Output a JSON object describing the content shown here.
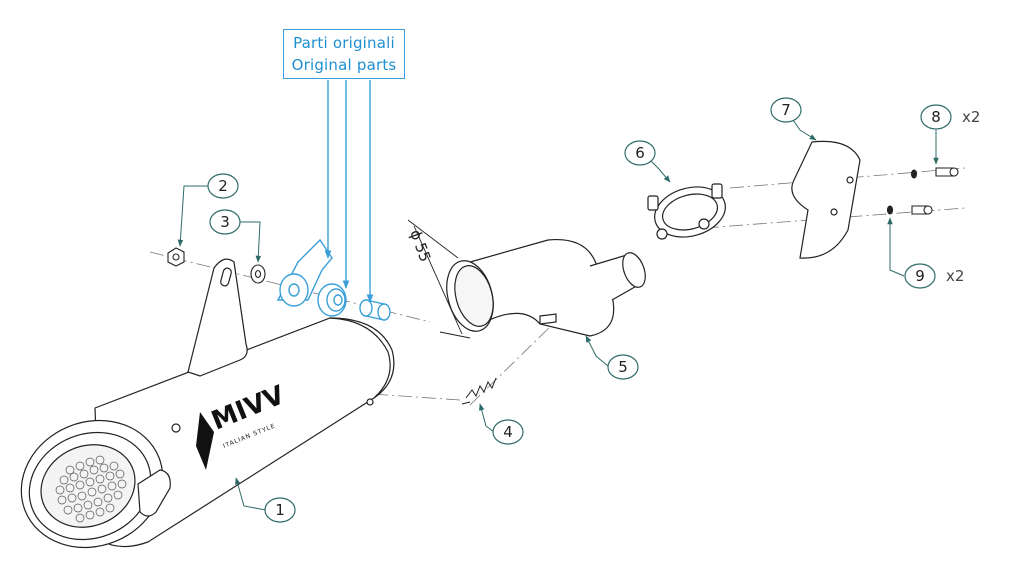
{
  "original_parts": {
    "line1": "Parti originali",
    "line2": "Original parts"
  },
  "dimension": {
    "symbol": "ϕ",
    "value": "55"
  },
  "callouts": {
    "c1": "1",
    "c2": "2",
    "c3": "3",
    "c4": "4",
    "c5": "5",
    "c6": "6",
    "c7": "7",
    "c8": "8",
    "c9": "9"
  },
  "quantities": {
    "q8": "x2",
    "q9": "x2"
  },
  "brand": {
    "logo_text": "MIVV",
    "tagline": "ITALIAN STYLE"
  },
  "colors": {
    "line": "#222222",
    "original_parts_blue": "#3a9fd8",
    "callout_stroke": "#2f6b68"
  }
}
